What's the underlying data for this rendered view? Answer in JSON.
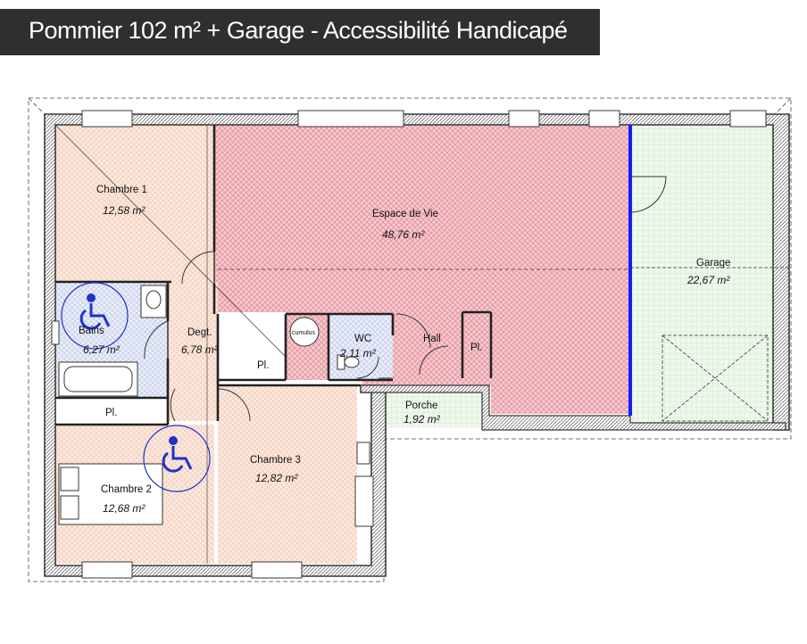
{
  "title": "Pommier 102 m² + Garage - Accessibilité Handicapé",
  "colors": {
    "living_fill": "#f4c9cd",
    "living_hatch": "#e07a86",
    "bedroom_fill": "#fbe7dc",
    "bedroom_hatch": "#e8b9a4",
    "wet_fill": "#e8ecf8",
    "wet_hatch": "#a7b3dc",
    "garage_fill": "#eef8ec",
    "garage_hatch": "#b4dcb0",
    "wall": "#3a3a3a",
    "wall_highlight": "#1a1aff",
    "access_icon": "#1f33c8"
  },
  "rooms": {
    "chambre1": {
      "name": "Chambre 1",
      "area": "12,58 m²"
    },
    "espace_vie": {
      "name": "Espace de Vie",
      "area": "48,76 m²"
    },
    "garage": {
      "name": "Garage",
      "area": "22,67 m²"
    },
    "bains": {
      "name": "Bains",
      "area": "6,27 m²"
    },
    "degt": {
      "name": "Degt.",
      "area": "6,78 m²"
    },
    "wc": {
      "name": "WC",
      "area": "2,11 m²"
    },
    "hall": {
      "name": "Hall"
    },
    "porche": {
      "name": "Porche",
      "area": "1,92 m²"
    },
    "chambre2": {
      "name": "Chambre 2",
      "area": "12,68 m²"
    },
    "chambre3": {
      "name": "Chambre 3",
      "area": "12,82 m²"
    }
  },
  "placards": {
    "pl1": "Pl.",
    "pl2": "Pl.",
    "pl3": "Pl."
  },
  "fixtures": {
    "cumulus": "cumulus"
  },
  "icons": [
    "wheelchair-accessibility-icon",
    "wheelchair-accessibility-icon"
  ]
}
